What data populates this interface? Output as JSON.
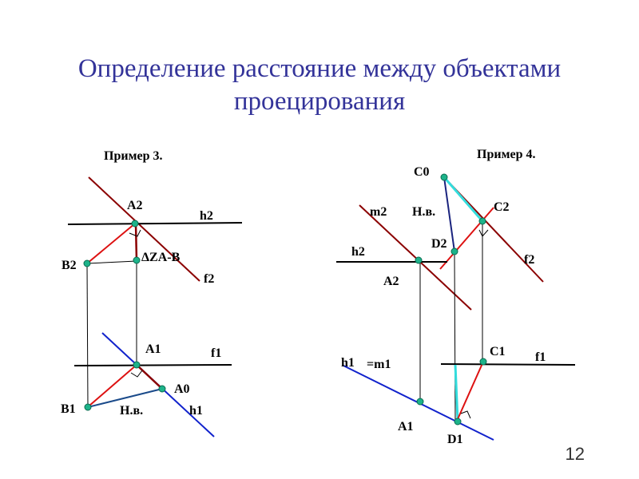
{
  "slide": {
    "title_line1": "Определение расстояние между объектами",
    "title_line2": "проецирования",
    "page_number": "12"
  },
  "example3": {
    "heading": "Пример 3.",
    "labels": {
      "A2": "A2",
      "h2": "h2",
      "B2": "B2",
      "dz": "ΔZA-B",
      "f2": "f2",
      "A1": "A1",
      "f1": "f1",
      "A0": "A0",
      "B1": "B1",
      "nv": "Н.в.",
      "h1": "h1"
    }
  },
  "example4": {
    "heading": "Пример 4.",
    "labels": {
      "C0": "C0",
      "nv": "Н.в.",
      "m2": "m2",
      "C2": "C2",
      "D2": "D2",
      "h2": "h2",
      "f2": "f2",
      "A2": "A2",
      "C1": "C1",
      "f1": "f1",
      "h1": "h1",
      "m1": "=m1",
      "A1": "A1",
      "D1": "D1"
    }
  },
  "colors": {
    "title": "#333399",
    "red": "#dd1111",
    "darkred": "#8b0000",
    "blue": "#1122cc",
    "cyan": "#33dddd",
    "point": "#1db38a"
  }
}
